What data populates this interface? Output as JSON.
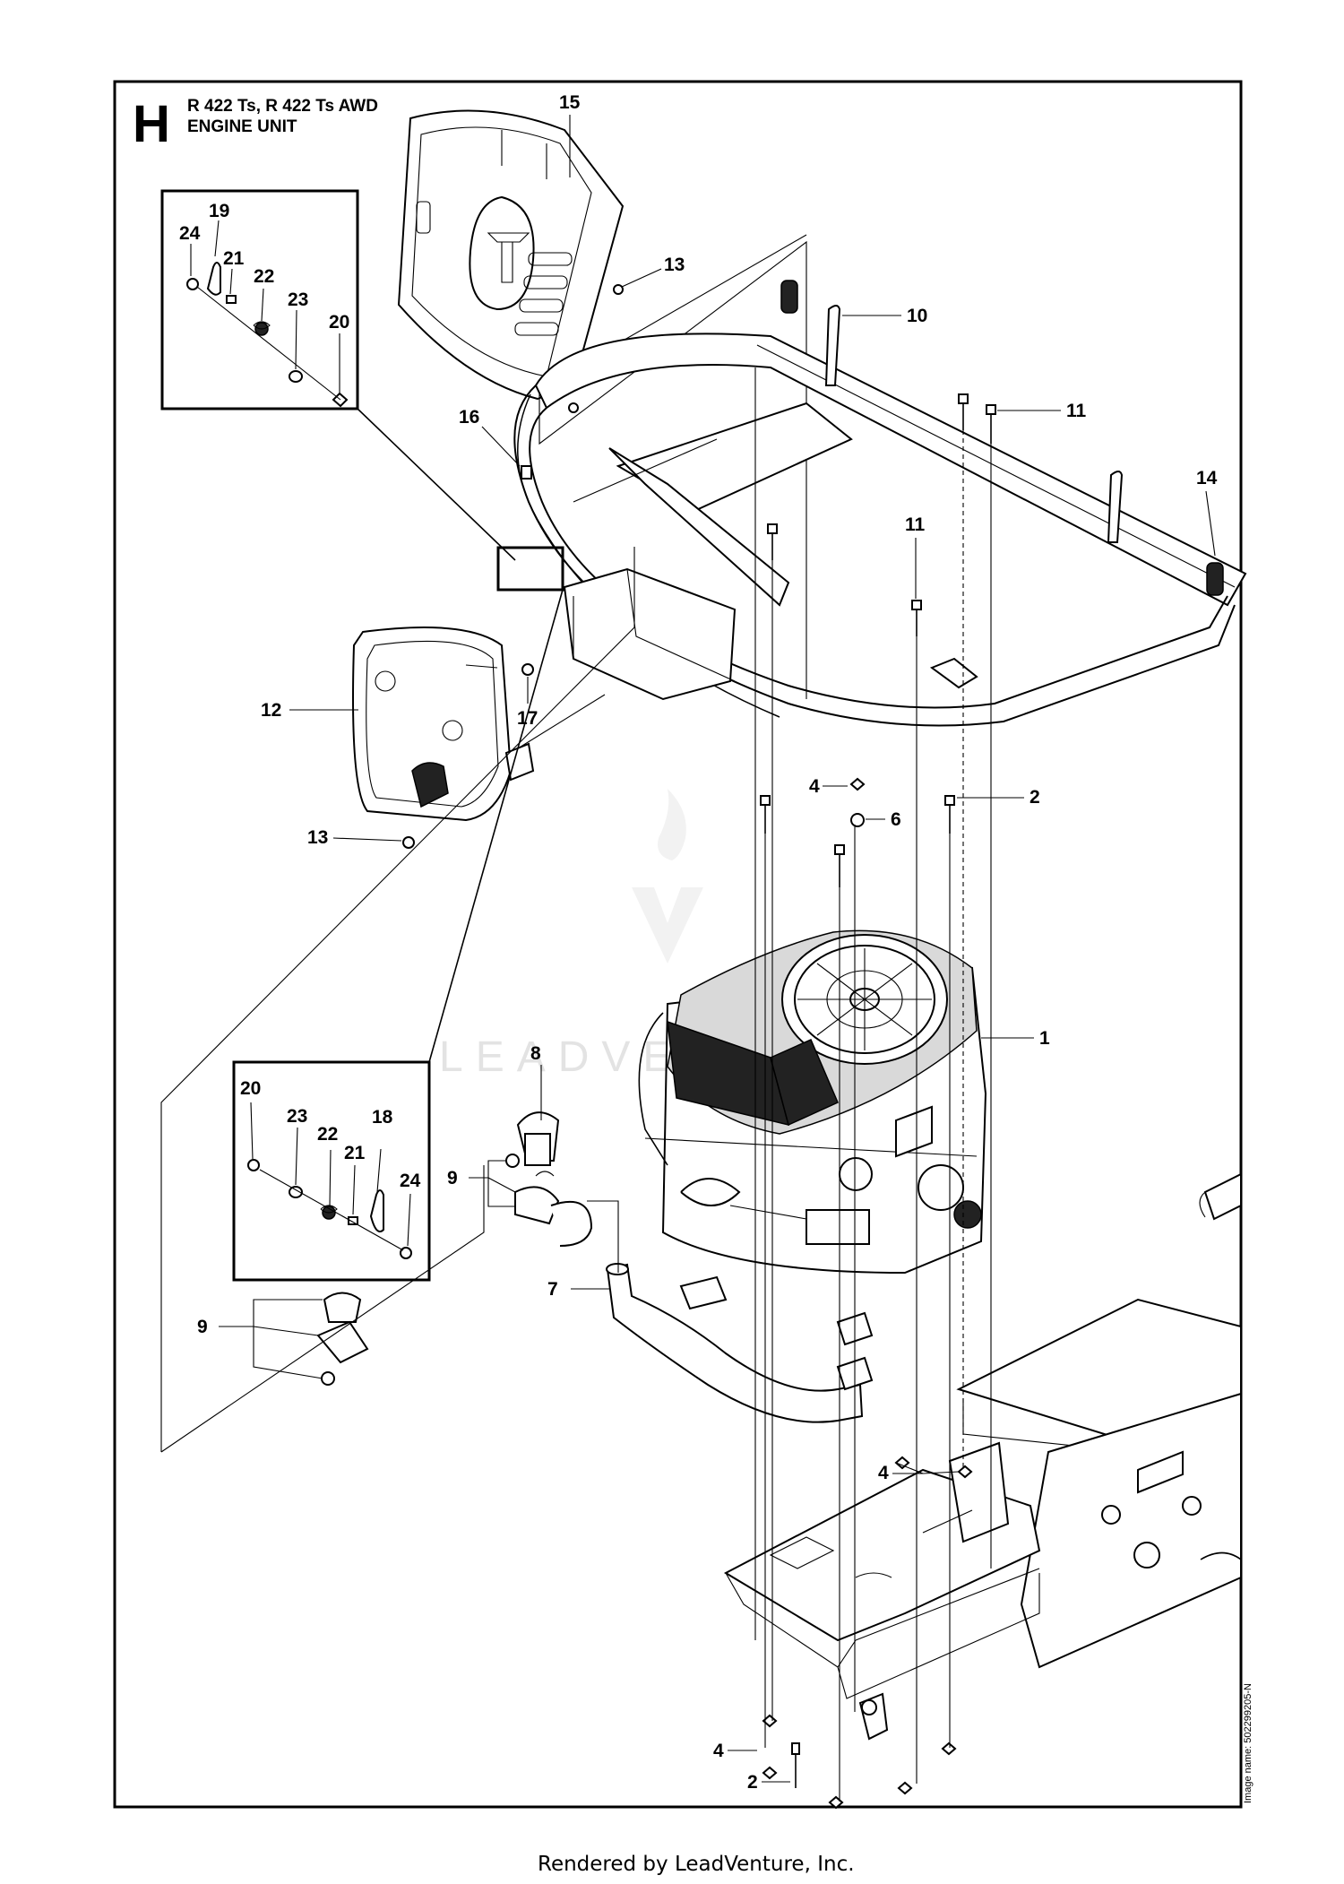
{
  "section": {
    "letter": "H",
    "models": "R 422 Ts, R 422 Ts AWD",
    "title": "ENGINE UNIT"
  },
  "image_code": "Image name: 502299205-N",
  "footer": "Rendered by LeadVenture, Inc.",
  "watermark": "LEADVENTURE",
  "inset_top": {
    "callouts": [
      "19",
      "24",
      "21",
      "22",
      "23",
      "20"
    ]
  },
  "inset_bottom": {
    "callouts": [
      "20",
      "23",
      "22",
      "21",
      "18",
      "24"
    ]
  },
  "callouts": {
    "c15": "15",
    "c13a": "13",
    "c10": "10",
    "c11a": "11",
    "c16": "16",
    "c14": "14",
    "c11b": "11",
    "c12": "12",
    "c17": "17",
    "c13b": "13",
    "c4a": "4",
    "c6": "6",
    "c2a": "2",
    "c1": "1",
    "c8": "8",
    "c9a": "9",
    "c7": "7",
    "c9b": "9",
    "c4b": "4",
    "c4c": "4",
    "c2b": "2"
  },
  "colors": {
    "ink": "#000000",
    "paper": "#ffffff",
    "watermark": "#e3e3e3"
  }
}
